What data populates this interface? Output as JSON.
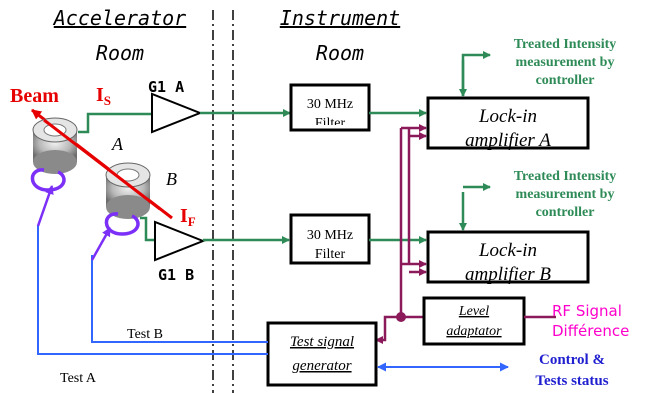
{
  "rooms": {
    "accelerator_line1": "Accelerator",
    "accelerator_line2": "Room",
    "instrument_line1": "Instrument",
    "instrument_line2": "Room"
  },
  "beam": {
    "label": "Beam"
  },
  "signals": {
    "is_main": "I",
    "is_sub": "S",
    "if_main": "I",
    "if_sub": "F",
    "test_b": "Test B",
    "test_a": "Test A"
  },
  "toroids": {
    "a": "A",
    "b": "B"
  },
  "amplifiers": {
    "g1a": "G1  A",
    "g1b": "G1  B"
  },
  "filters": {
    "a_line1": "30 MHz",
    "a_line2": "Filter",
    "b_line1": "30 MHz",
    "b_line2": "Filter"
  },
  "lockins": {
    "a_line1": "Lock-in",
    "a_line2": "amplifier A",
    "b_line1": "Lock-in",
    "b_line2": "amplifier B"
  },
  "treated": {
    "a_line1": "Treated Intensity",
    "a_line2": "measurement by",
    "a_line3": "controller",
    "b_line1": "Treated Intensity",
    "b_line2": "measurement by",
    "b_line3": "controller"
  },
  "level_adaptator": {
    "line1": "Level",
    "line2": "adaptator"
  },
  "rf_signal": {
    "line1": "RF Signal",
    "line2": "Différence"
  },
  "test_generator": {
    "line1": "Test signal",
    "line2": "generator"
  },
  "control": {
    "line1": "Control  &",
    "line2": "Tests status"
  },
  "colors": {
    "green": "#2e8b57",
    "purple": "#8b1a5a",
    "blue": "#3366ff",
    "violet": "#7b2ff7",
    "red": "#e60000",
    "magenta": "#ff00cc",
    "navy": "#1f1fd0"
  }
}
